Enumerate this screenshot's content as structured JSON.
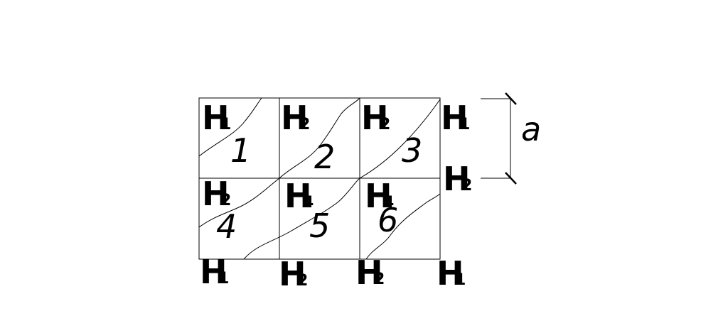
{
  "markers": {
    "top_row": [
      {
        "letter": "H",
        "sub": "1"
      },
      {
        "letter": "H",
        "sub": "2"
      },
      {
        "letter": "H",
        "sub": "2"
      },
      {
        "letter": "H",
        "sub": "1"
      }
    ],
    "mid_row": [
      {
        "letter": "H",
        "sub": "2"
      },
      {
        "letter": "H",
        "sub": "4"
      },
      {
        "letter": "H",
        "sub": "4"
      },
      {
        "letter": "H",
        "sub": "2"
      }
    ],
    "bottom_row": [
      {
        "letter": "H",
        "sub": "1"
      },
      {
        "letter": "H",
        "sub": "2"
      },
      {
        "letter": "H",
        "sub": "2"
      },
      {
        "letter": "H",
        "sub": "1"
      }
    ]
  },
  "cells": [
    "1",
    "2",
    "3",
    "4",
    "5",
    "6"
  ],
  "dimension": {
    "label": "a"
  }
}
